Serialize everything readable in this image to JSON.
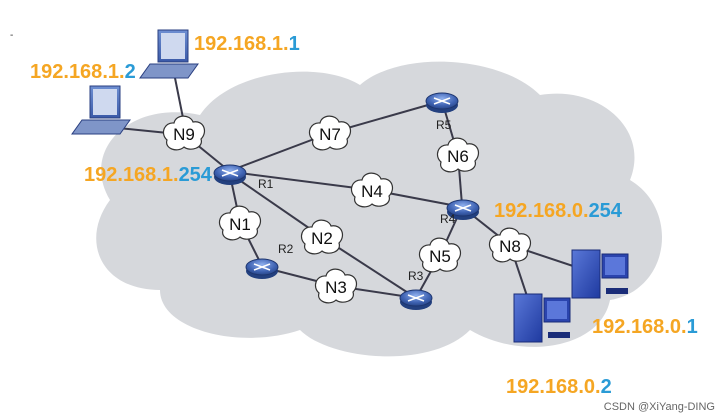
{
  "corner_mark": "-",
  "networks": [
    {
      "id": "n1",
      "label": "N1"
    },
    {
      "id": "n2",
      "label": "N2"
    },
    {
      "id": "n3",
      "label": "N3"
    },
    {
      "id": "n4",
      "label": "N4"
    },
    {
      "id": "n5",
      "label": "N5"
    },
    {
      "id": "n6",
      "label": "N6"
    },
    {
      "id": "n7",
      "label": "N7"
    },
    {
      "id": "n8",
      "label": "N8"
    },
    {
      "id": "n9",
      "label": "N9"
    }
  ],
  "routers": [
    {
      "id": "r1",
      "label": "R1"
    },
    {
      "id": "r2",
      "label": "R2"
    },
    {
      "id": "r3",
      "label": "R3"
    },
    {
      "id": "r4",
      "label": "R4"
    },
    {
      "id": "r5",
      "label": "R5"
    }
  ],
  "addresses": {
    "host_1_1": [
      "192",
      ".",
      "168",
      ".",
      "1",
      ".",
      "1"
    ],
    "host_1_2": [
      "192",
      ".",
      "168",
      ".",
      "1",
      ".",
      "2"
    ],
    "gw_1_254": [
      "192",
      ".",
      "168",
      ".",
      "1",
      ".",
      "254"
    ],
    "gw_0_254": [
      "192",
      ".",
      "168",
      ".",
      "0",
      ".",
      "254"
    ],
    "host_0_1": [
      "192",
      ".",
      "168",
      ".",
      "0",
      ".",
      "1"
    ],
    "host_0_2": [
      "192",
      ".",
      "168",
      ".",
      "0",
      ".",
      "2"
    ]
  },
  "colors": {
    "prefix": "#f5a623",
    "dot": "#f5a623",
    "host_id": "#2a9bd6",
    "cloud": "#d6d8dc",
    "link": "#3a3a4a",
    "router": "#3f63b3"
  },
  "icons": {
    "router": "router-icon",
    "laptop": "laptop-icon",
    "desktop": "desktop-pc-icon",
    "network": "network-cloud-icon"
  },
  "watermark": "CSDN @XiYang-DING"
}
